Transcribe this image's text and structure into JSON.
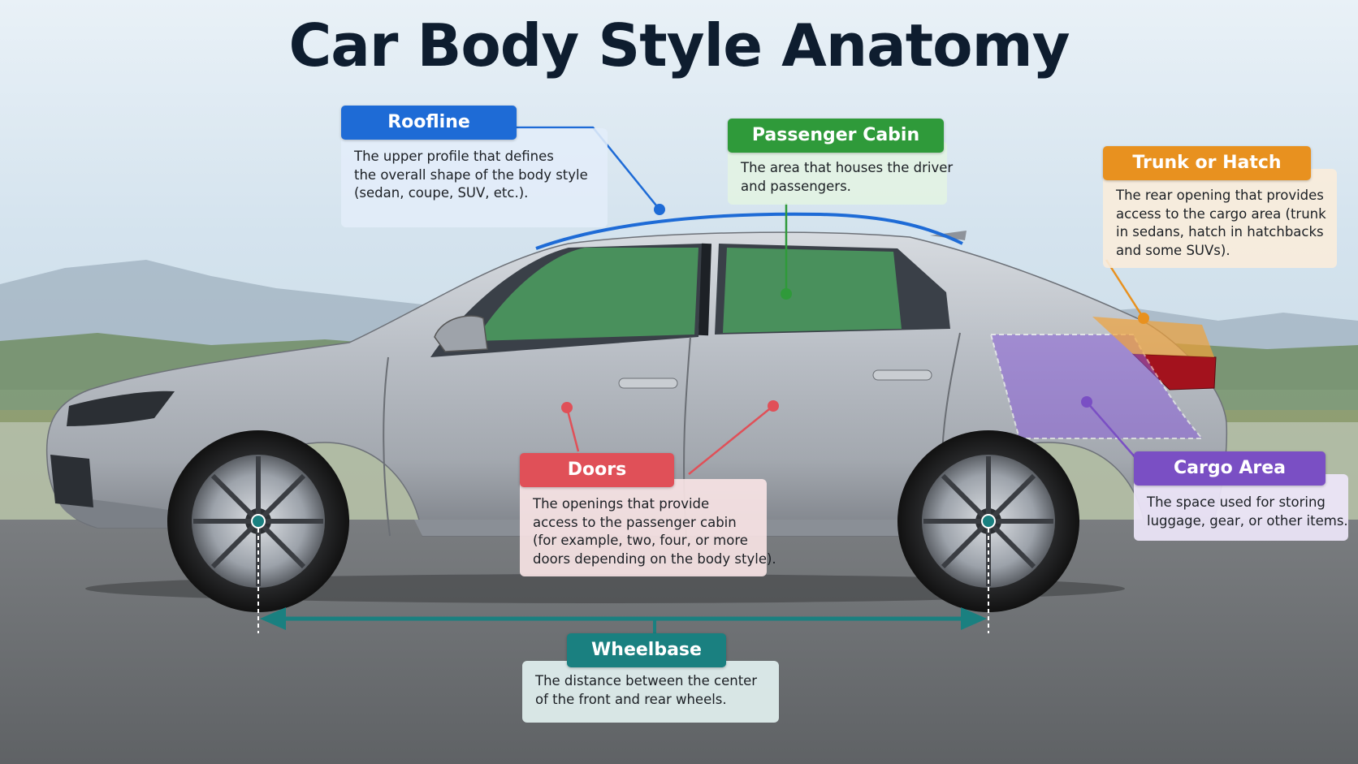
{
  "title": "Car Body Style Anatomy",
  "colors": {
    "roofline": "#1e6bd6",
    "passenger_cabin": "#2f9a3a",
    "trunk_or_hatch": "#e8911f",
    "doors": "#e05058",
    "cargo_area": "#7a4fc4",
    "wheelbase": "#1a8080",
    "title": "#0e1d2f"
  },
  "callouts": {
    "roofline": {
      "label": "Roofline",
      "lines": [
        "The upper profile that defines",
        "the overall shape of the body style",
        "(sedan, coupe, SUV, etc.)."
      ]
    },
    "passenger_cabin": {
      "label": "Passenger Cabin",
      "lines": [
        "The area that houses the driver",
        "and passengers."
      ]
    },
    "trunk_or_hatch": {
      "label": "Trunk or Hatch",
      "lines": [
        "The rear opening that provides",
        "access to the cargo area (trunk",
        "in sedans, hatch in hatchbacks",
        "and some SUVs)."
      ]
    },
    "doors": {
      "label": "Doors",
      "lines": [
        "The openings that provide",
        "access to the passenger cabin",
        "(for example, two, four, or more",
        "doors depending on the body style)."
      ]
    },
    "cargo_area": {
      "label": "Cargo Area",
      "lines": [
        "The space used for storing",
        "luggage, gear, or other items."
      ]
    },
    "wheelbase": {
      "label": "Wheelbase",
      "lines": [
        "The distance between the center",
        "of the front and rear wheels."
      ]
    }
  }
}
